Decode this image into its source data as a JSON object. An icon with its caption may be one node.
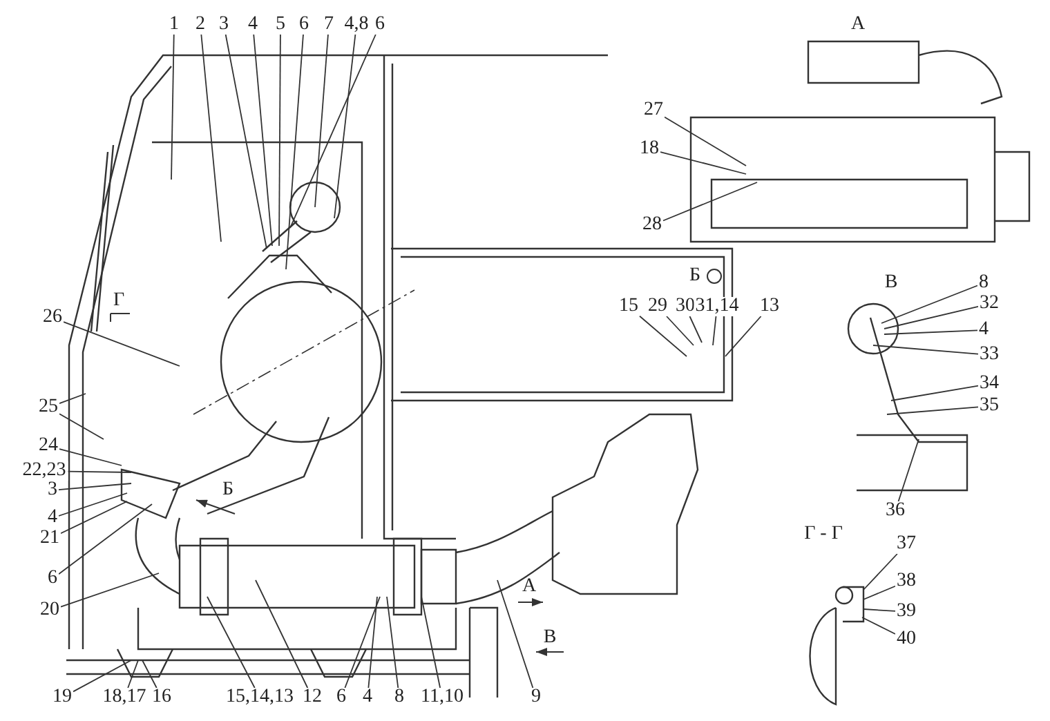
{
  "diagram": {
    "nodes": [
      {
        "text": [
          "1"
        ]
      },
      {
        "text": [
          "2"
        ]
      },
      {
        "text": [
          "3"
        ]
      },
      {
        "text": [
          "4"
        ]
      },
      {
        "text": [
          "5"
        ]
      },
      {
        "text": [
          "6"
        ]
      },
      {
        "text": [
          "7"
        ]
      },
      {
        "text": [
          "4,8"
        ]
      },
      {
        "text": [
          "6"
        ]
      },
      {
        "text": [
          "26"
        ]
      },
      {
        "text": [
          "25"
        ]
      },
      {
        "text": [
          "24"
        ]
      },
      {
        "text": [
          "22,23"
        ]
      },
      {
        "text": [
          "3"
        ]
      },
      {
        "text": [
          "4"
        ]
      },
      {
        "text": [
          "21"
        ]
      },
      {
        "text": [
          "6"
        ]
      },
      {
        "text": [
          "20"
        ]
      },
      {
        "text": [
          "19"
        ]
      },
      {
        "text": [
          "18,17"
        ]
      },
      {
        "text": [
          "16"
        ]
      },
      {
        "text": [
          "15,14,13"
        ]
      },
      {
        "text": [
          "12"
        ]
      },
      {
        "text": [
          "6"
        ]
      },
      {
        "text": [
          "4"
        ]
      },
      {
        "text": [
          "8"
        ]
      },
      {
        "text": [
          "11,10"
        ]
      },
      {
        "text": [
          "9"
        ]
      },
      {
        "text": [
          "27"
        ]
      },
      {
        "text": [
          "18"
        ]
      },
      {
        "text": [
          "28"
        ]
      },
      {
        "text": [
          "15"
        ]
      },
      {
        "text": [
          "29"
        ]
      },
      {
        "text": [
          "30"
        ]
      },
      {
        "text": [
          "31,14"
        ]
      },
      {
        "text": [
          "13"
        ]
      },
      {
        "text": [
          "8"
        ]
      },
      {
        "text": [
          "32"
        ]
      },
      {
        "text": [
          "4"
        ]
      },
      {
        "text": [
          "33"
        ]
      },
      {
        "text": [
          "34"
        ]
      },
      {
        "text": [
          "35"
        ]
      },
      {
        "text": [
          "36"
        ]
      },
      {
        "text": [
          "37"
        ]
      },
      {
        "text": [
          "38"
        ]
      },
      {
        "text": [
          "39"
        ]
      },
      {
        "text": [
          "40"
        ]
      }
    ],
    "edges": [
      {
        "from": 0,
        "to": null,
        "arrow": "none"
      },
      {
        "from": 1,
        "to": null,
        "arrow": "none"
      },
      {
        "from": 2,
        "to": null,
        "arrow": "none"
      },
      {
        "from": 3,
        "to": null,
        "arrow": "none"
      },
      {
        "from": 4,
        "to": null,
        "arrow": "none"
      },
      {
        "from": 5,
        "to": null,
        "arrow": "none"
      },
      {
        "from": 6,
        "to": null,
        "arrow": "none"
      },
      {
        "from": 7,
        "to": null,
        "arrow": "none"
      },
      {
        "from": 8,
        "to": null,
        "arrow": "none"
      },
      {
        "from": 9,
        "to": null,
        "arrow": "none"
      },
      {
        "from": 10,
        "to": null,
        "arrow": "none"
      },
      {
        "from": 10,
        "to": null,
        "arrow": "none"
      },
      {
        "from": 11,
        "to": null,
        "arrow": "none"
      },
      {
        "from": 12,
        "to": null,
        "arrow": "none"
      },
      {
        "from": 13,
        "to": null,
        "arrow": "none"
      },
      {
        "from": 14,
        "to": null,
        "arrow": "none"
      },
      {
        "from": 15,
        "to": null,
        "arrow": "none"
      },
      {
        "from": 16,
        "to": null,
        "arrow": "none"
      },
      {
        "from": 17,
        "to": null,
        "arrow": "none"
      },
      {
        "from": 18,
        "to": null,
        "arrow": "none"
      },
      {
        "from": 19,
        "to": null,
        "arrow": "none"
      },
      {
        "from": 20,
        "to": null,
        "arrow": "none"
      },
      {
        "from": 21,
        "to": null,
        "arrow": "none"
      },
      {
        "from": 22,
        "to": null,
        "arrow": "none"
      },
      {
        "from": 23,
        "to": null,
        "arrow": "none"
      },
      {
        "from": 24,
        "to": null,
        "arrow": "none"
      },
      {
        "from": 25,
        "to": null,
        "arrow": "none"
      },
      {
        "from": 26,
        "to": null,
        "arrow": "none"
      },
      {
        "from": 27,
        "to": null,
        "arrow": "none"
      },
      {
        "from": 28,
        "to": null,
        "arrow": "none"
      },
      {
        "from": 29,
        "to": null,
        "arrow": "none"
      },
      {
        "from": 30,
        "to": null,
        "arrow": "none"
      },
      {
        "from": 31,
        "to": null,
        "arrow": "none"
      },
      {
        "from": 32,
        "to": null,
        "arrow": "none"
      },
      {
        "from": 33,
        "to": null,
        "arrow": "none"
      },
      {
        "from": 34,
        "to": null,
        "arrow": "none"
      },
      {
        "from": 35,
        "to": null,
        "arrow": "none"
      },
      {
        "from": 36,
        "to": null,
        "arrow": "none"
      },
      {
        "from": 37,
        "to": null,
        "arrow": "none"
      },
      {
        "from": 38,
        "to": null,
        "arrow": "none"
      },
      {
        "from": 39,
        "to": null,
        "arrow": "none"
      },
      {
        "from": 40,
        "to": null,
        "arrow": "none"
      },
      {
        "from": 41,
        "to": null,
        "arrow": "none"
      },
      {
        "from": 42,
        "to": null,
        "arrow": "none"
      },
      {
        "from": 43,
        "to": null,
        "arrow": "none"
      },
      {
        "from": 44,
        "to": null,
        "arrow": "none"
      },
      {
        "from": 45,
        "to": null,
        "arrow": "none"
      },
      {
        "from": 46,
        "to": null,
        "arrow": "none"
      }
    ],
    "labels": [
      "А",
      "Б",
      "В",
      "Г - Г",
      "Г",
      "Б",
      "А",
      "В"
    ]
  }
}
